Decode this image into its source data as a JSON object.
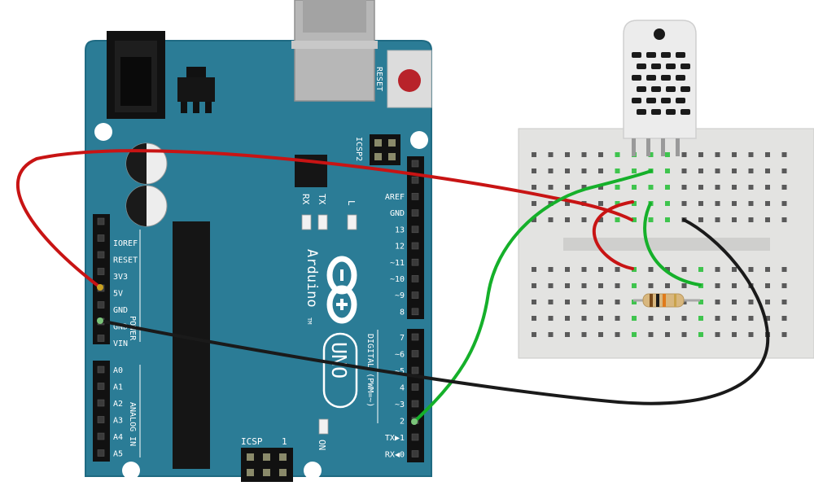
{
  "board": {
    "reset_label": "RESET",
    "icsp2_label": "ICSP2",
    "icsp_label": "ICSP",
    "icsp_pin1": "1",
    "tx_label": "TX",
    "rx_label": "RX",
    "l_label": "L",
    "brand": "Arduino",
    "tm": "TM",
    "model": "UNO",
    "on_label": "ON",
    "power_label": "POWER",
    "analog_label": "ANALOG IN",
    "digital_label": "DIGITAL (PWM=~)",
    "power_pins": [
      "IOREF",
      "RESET",
      "3V3",
      "5V",
      "GND",
      "GND",
      "VIN"
    ],
    "analog_pins": [
      "A0",
      "A1",
      "A2",
      "A3",
      "A4",
      "A5"
    ],
    "digital_top": [
      "AREF",
      "GND",
      "13",
      "12",
      "~11",
      "~10",
      "~9",
      "8"
    ],
    "digital_bottom": [
      "7",
      "~6",
      "~5",
      "4",
      "~3",
      "2",
      "TX▶1",
      "RX◀0"
    ]
  },
  "colors": {
    "board": "#2b7c96",
    "board_edge": "#1f6a82",
    "wire_red": "#c81414",
    "wire_green": "#15b02a",
    "wire_black": "#1a1a1a",
    "breadboard": "#e3e3e1",
    "sensor": "#ececec"
  },
  "icons": {
    "logo": "arduino-infinity-logo",
    "sensor": "dht-temperature-humidity-sensor",
    "resistor": "resistor-component"
  }
}
